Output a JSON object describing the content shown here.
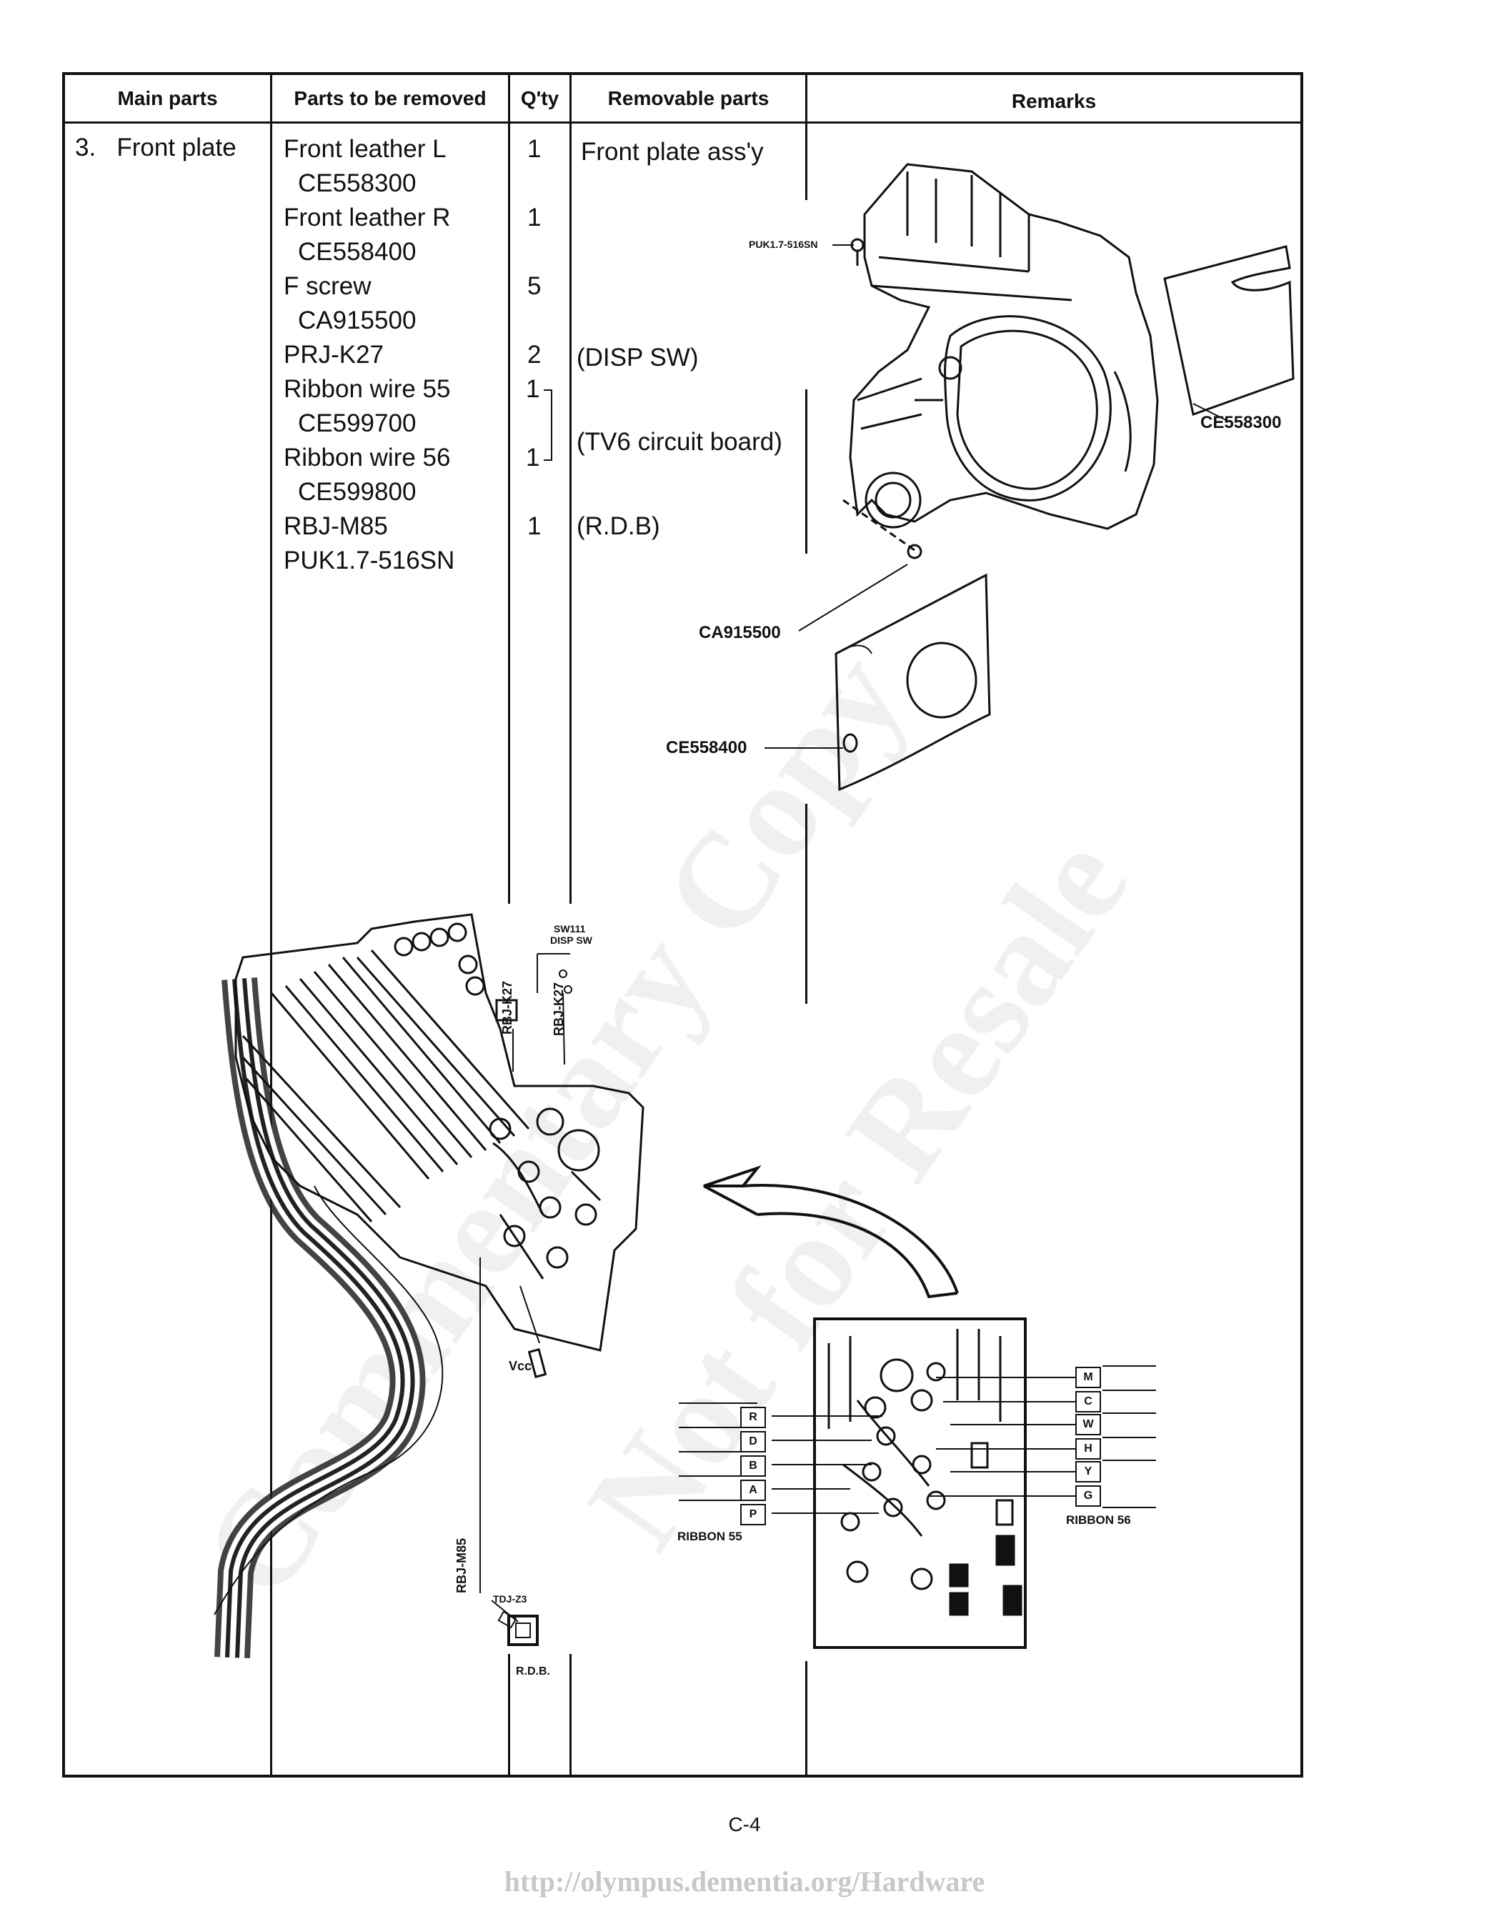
{
  "table": {
    "headers": [
      "Main parts",
      "Parts to be removed",
      "Q'ty",
      "Removable parts",
      "Remarks"
    ],
    "row": {
      "main_part": "3.   Front plate",
      "parts_to_be_removed": [
        {
          "name": "Front leather L",
          "code": "CE558300",
          "qty": "1"
        },
        {
          "name": "Front leather R",
          "code": "CE558400",
          "qty": "1"
        },
        {
          "name": "F screw",
          "code": "CA915500",
          "qty": "5"
        },
        {
          "name": "PRJ-K27",
          "code": "",
          "qty": "2"
        },
        {
          "name": "Ribbon wire 55",
          "code": "CE599700",
          "qty": "1"
        },
        {
          "name": "Ribbon wire 56",
          "code": "CE599800",
          "qty": "1"
        },
        {
          "name": "RBJ-M85",
          "code": "",
          "qty": "1"
        },
        {
          "name": "PUK1.7-516SN",
          "code": "",
          "qty": ""
        }
      ],
      "removable_parts": {
        "front_plate": "Front plate ass'y",
        "disp_sw": "(DISP SW)",
        "tv6": "(TV6 circuit board)",
        "rdb": "(R.D.B)"
      }
    }
  },
  "diagram_top": {
    "screw_label": "PUK1.7-516SN",
    "leather_l": "CE558300",
    "screw": "CA915500",
    "leather_r": "CE558400"
  },
  "diagram_board": {
    "sw_label": "SW111",
    "sw_sub": "DISP SW",
    "rbj_k27_a": "RBJ-K27",
    "rbj_k27_b": "RBJ-K27",
    "vcc": "Vcc",
    "rbj_m85": "RBJ-M85",
    "tdj": "TDJ-Z3",
    "rdb": "R.D.B.",
    "ribbon55_pins": [
      "R",
      "D",
      "B",
      "A",
      "P"
    ],
    "ribbon55_label": "RIBBON 55",
    "ribbon56_pins": [
      "M",
      "C",
      "W",
      "H",
      "Y",
      "G"
    ],
    "ribbon56_label": "RIBBON 56"
  },
  "watermark": {
    "line1": "Commentary Copy",
    "line2": "Not for Resale"
  },
  "page_number": "C-4",
  "footer_url": "http://olympus.dementia.org/Hardware"
}
